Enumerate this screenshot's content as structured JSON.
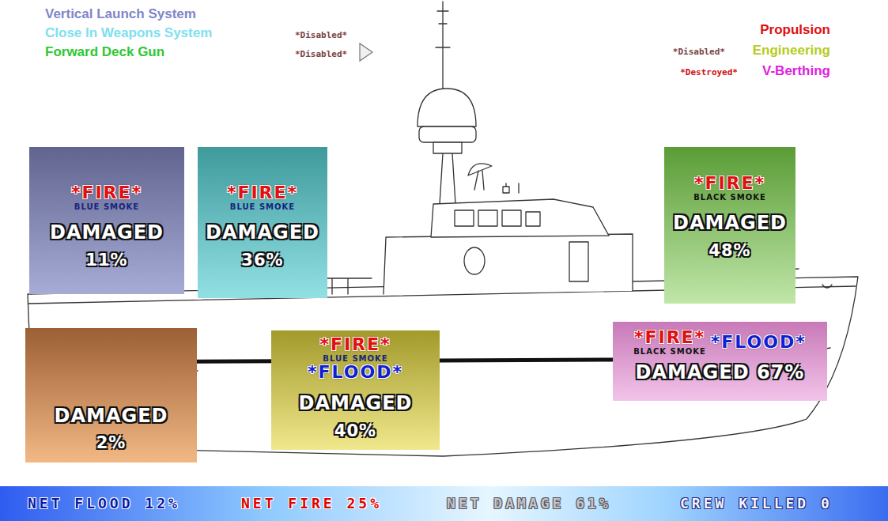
{
  "diagram": {
    "nodes": [
      {
        "text": [
          "*FIRE*",
          "BLUE SMOKE",
          "DAMAGED",
          "11%"
        ]
      },
      {
        "text": [
          "*FIRE*",
          "BLUE SMOKE",
          "DAMAGED",
          "36%"
        ]
      },
      {
        "text": [
          "*FIRE*",
          "BLACK SMOKE",
          "DAMAGED",
          "48%"
        ]
      },
      {
        "text": [
          "DAMAGED",
          "2%"
        ]
      },
      {
        "text": [
          "*FIRE*",
          "BLUE SMOKE",
          "*FLOOD*",
          "DAMAGED",
          "40%"
        ]
      },
      {
        "text": [
          "*FIRE*",
          "BLACK SMOKE",
          "*FLOOD*",
          "DAMAGED 67%"
        ]
      }
    ],
    "labels": [
      "*Disabled*",
      "*Disabled*",
      "*Disabled*",
      "*Destroyed*",
      "NET FLOOD 12%",
      "NET FIRE 25%",
      "NET DAMAGE 61%",
      "CREW KILLED 0"
    ],
    "legend": [
      {
        "text": "Vertical Launch System",
        "color": "#7f86c9"
      },
      {
        "text": "Close In Weapons System",
        "color": "#7ee0ee"
      },
      {
        "text": "Forward Deck Gun",
        "color": "#2ec82e"
      },
      {
        "text": "Propulsion",
        "color": "#e01010"
      },
      {
        "text": "Engineering",
        "color": "#b4cc1c"
      },
      {
        "text": "V-Berthing",
        "color": "#e020e0"
      }
    ]
  }
}
